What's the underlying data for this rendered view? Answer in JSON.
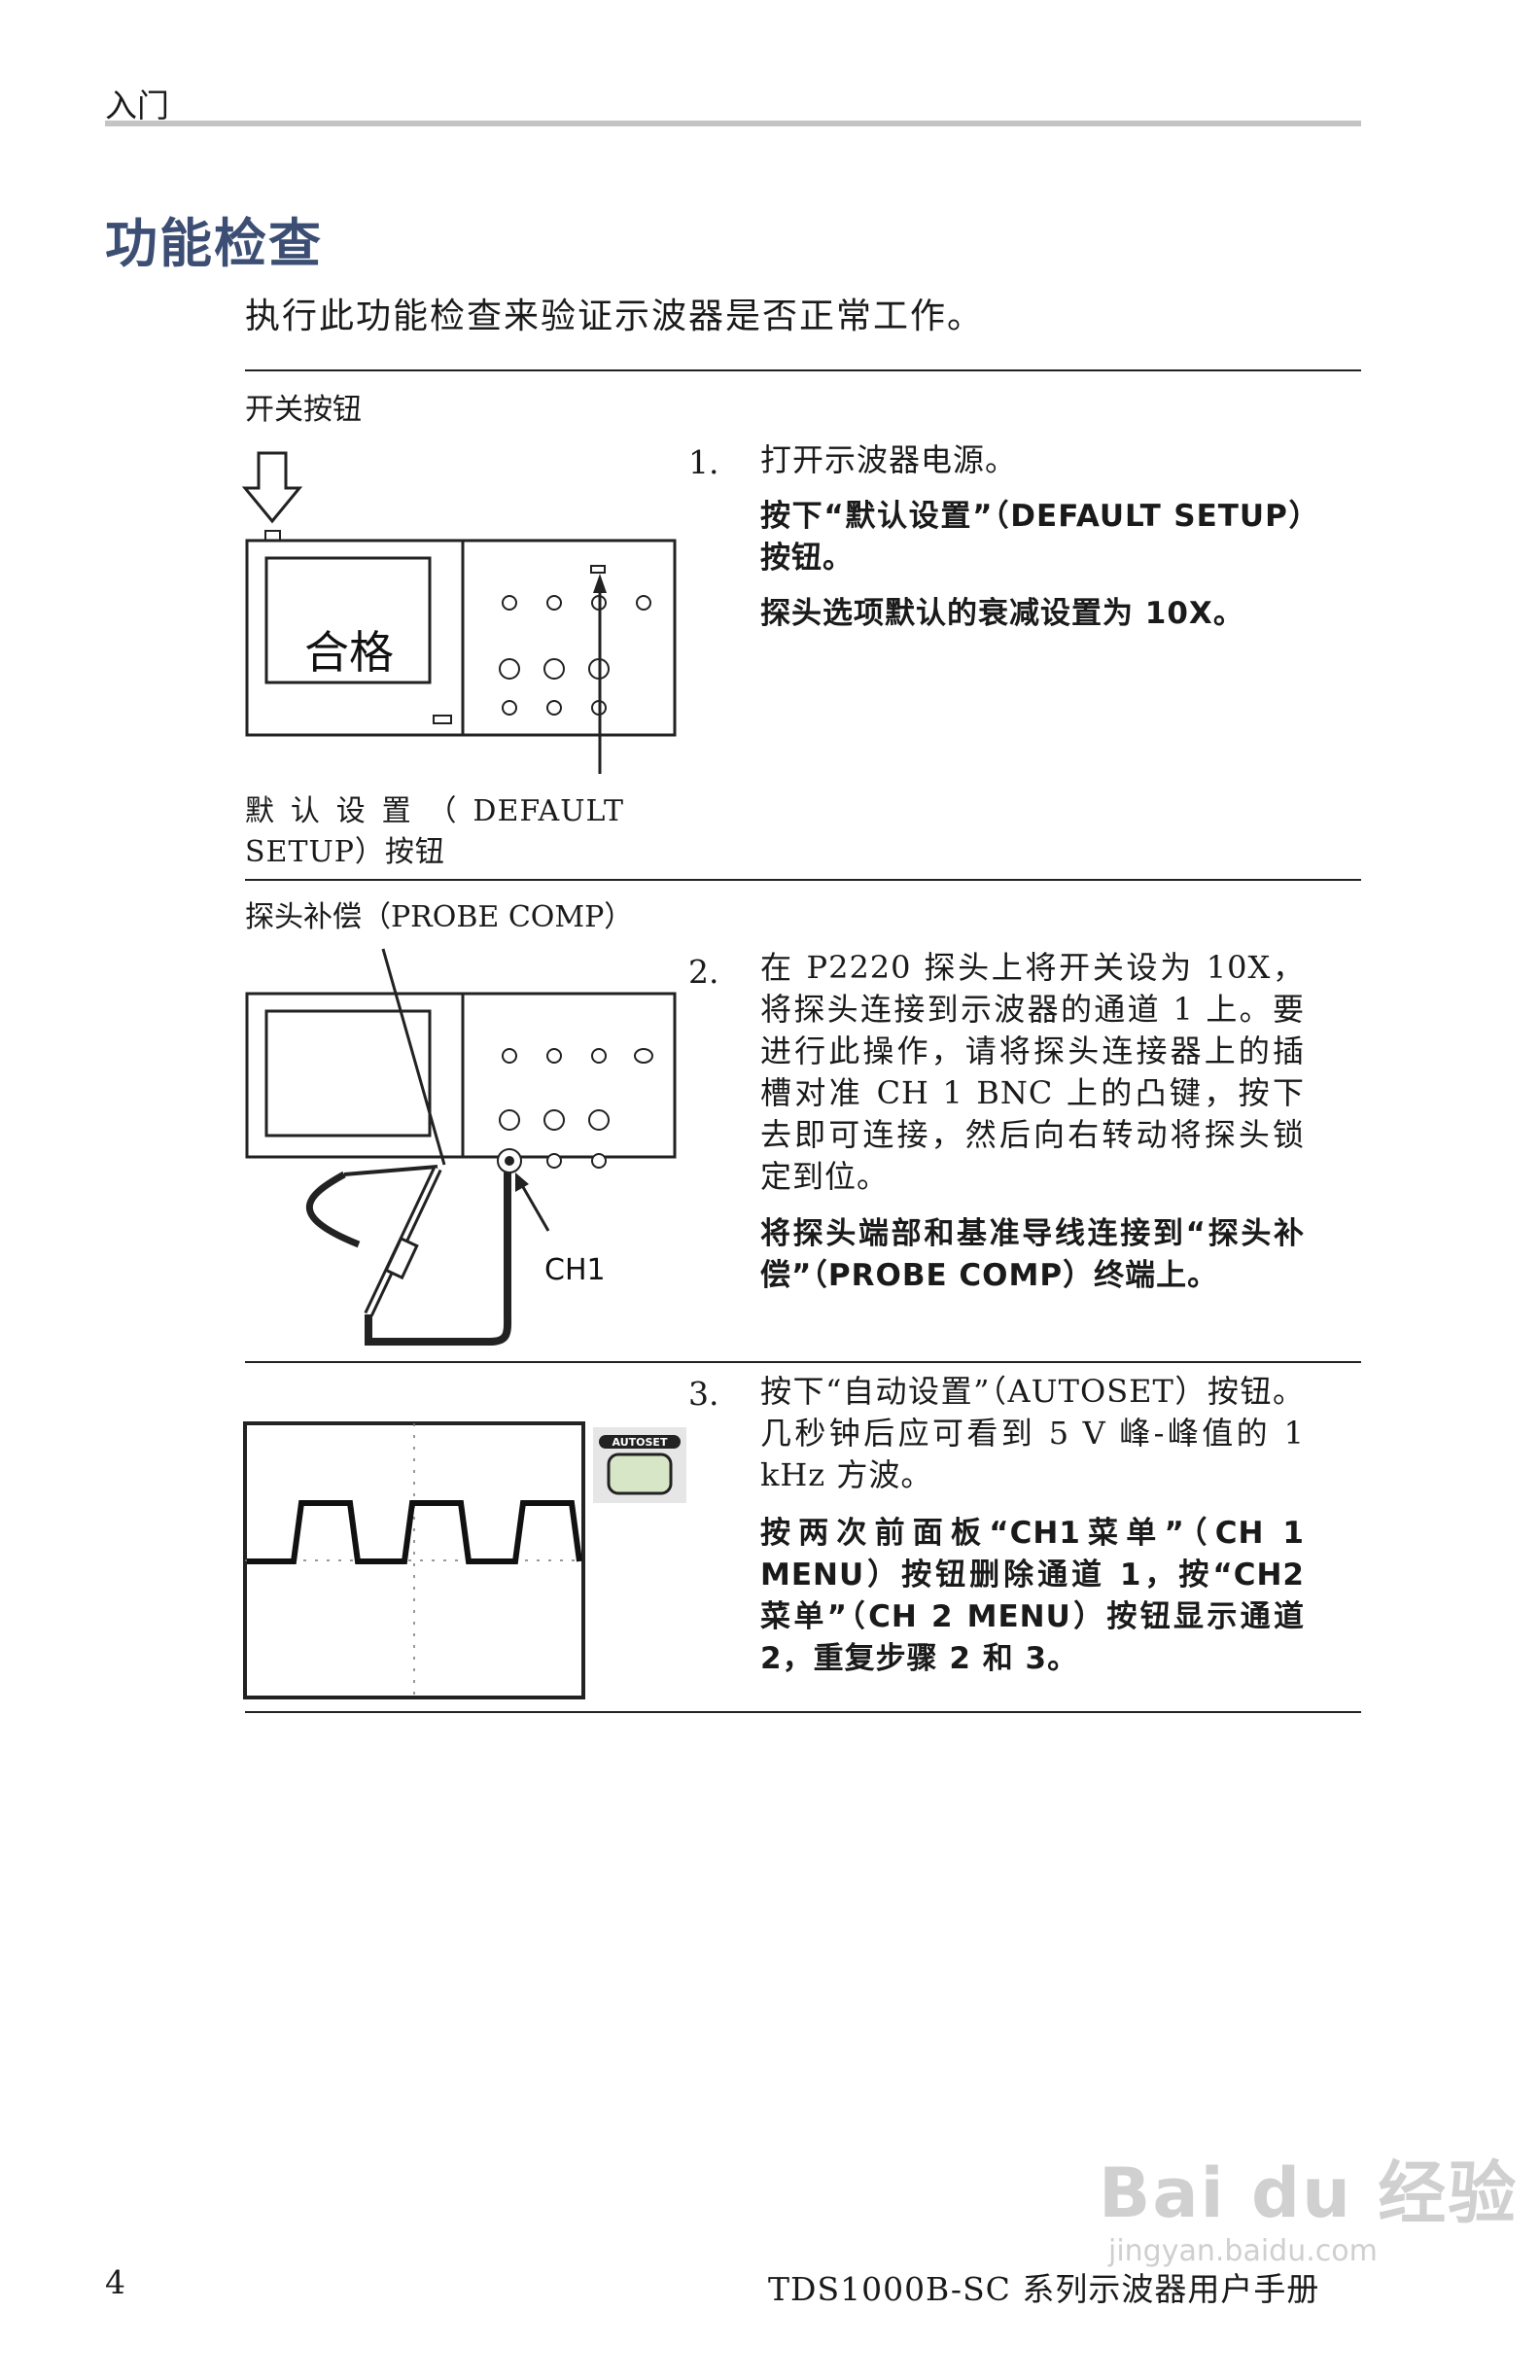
{
  "header": {
    "section": "入门"
  },
  "page_title": "功能检查",
  "intro": "执行此功能检查来验证示波器是否正常工作。",
  "steps": [
    {
      "caption": "开关按钮",
      "number": "1.",
      "text": "打开示波器电源。",
      "bold_1": "按下“默认设置”（DEFAULT SETUP）按钮。",
      "bold_2": "探头选项默认的衰减设置为 10X。",
      "figure_screen_label": "合格",
      "figure_callout": "默 认 设 置 （ DEFAULT SETUP）按钮"
    },
    {
      "caption": "探头补偿（PROBE COMP）",
      "number": "2.",
      "text": "在 P2220 探头上将开关设为 10X，将探头连接到示波器的通道 1 上。要进行此操作，请将探头连接器上的插槽对准 CH 1 BNC 上的凸键，按下去即可连接，然后向右转动将探头锁定到位。",
      "bold_1": "将探头端部和基准导线连接到“探头补偿”（PROBE COMP）终端上。",
      "figure_callout": "CH1"
    },
    {
      "number": "3.",
      "text": "按下“自动设置”（AUTOSET）按钮。几秒钟后应可看到 5 V 峰-峰值的 1 kHz 方波。",
      "bold_1": "按两次前面板“CH1菜单”（CH 1 MENU）按钮删除通道 1，按“CH2 菜单”（CH 2 MENU）按钮显示通道 2，重复步骤 2 和 3。",
      "autoset_label": "AUTOSET"
    }
  ],
  "footer": {
    "page_number": "4",
    "manual_title": "TDS1000B-SC 系列示波器用户手册"
  },
  "watermark": {
    "brand": "Bai du 经验",
    "url": "jingyan.baidu.com"
  }
}
